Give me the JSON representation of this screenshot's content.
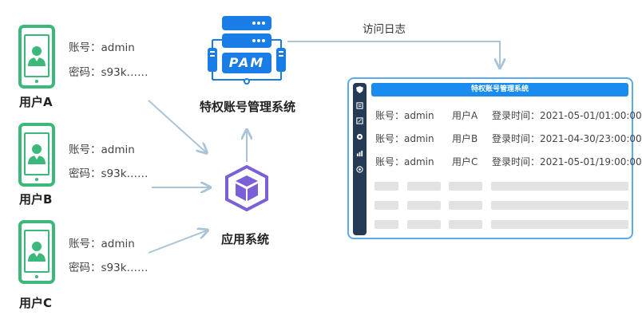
{
  "users": [
    {
      "name": "用户A",
      "account_label": "账号：",
      "account": "admin",
      "password_label": "密码：",
      "password": "s93k……"
    },
    {
      "name": "用户B",
      "account_label": "账号：",
      "account": "admin",
      "password_label": "密码：",
      "password": "s93k……"
    },
    {
      "name": "用户C",
      "account_label": "账号：",
      "account": "admin",
      "password_label": "密码：",
      "password": "s93k……"
    }
  ],
  "pam": {
    "badge": "PAM",
    "title": "特权账号管理系统"
  },
  "app": {
    "title": "应用系统"
  },
  "log_label": "访问日志",
  "window": {
    "title": "特权账号管理系统",
    "rows": [
      {
        "account": "账号：admin",
        "user": "用户A",
        "time": "登录时间：2021-05-01/01:00:00"
      },
      {
        "account": "账号：admin",
        "user": "用户B",
        "time": "登录时间：2021-04-30/23:00:00"
      },
      {
        "account": "账号：admin",
        "user": "用户C",
        "time": "登录时间：2021-05-01/19:00:00"
      }
    ]
  },
  "colors": {
    "user_green": "#3cb97a",
    "pam_blue": "#1a7de6",
    "app_purple": "#7b5fd6",
    "arrow": "#a9c3d7",
    "window_border": "#5aaaf0",
    "window_sidebar": "#243a55"
  }
}
